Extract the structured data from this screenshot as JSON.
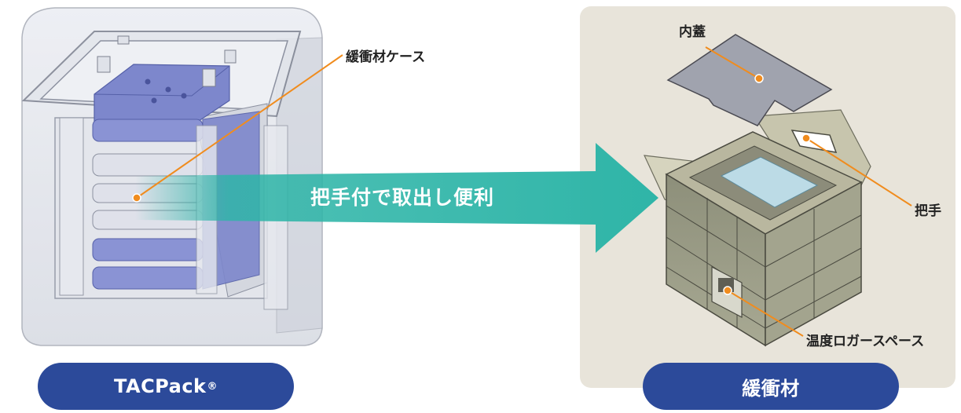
{
  "left_product": {
    "label": "TACPack",
    "mark": "®"
  },
  "right_product": {
    "label": "緩衝材"
  },
  "arrow": {
    "text": "把手付で取出し便利"
  },
  "callouts": {
    "cushion_case": "緩衝材ケース",
    "inner_lid": "内蓋",
    "handle": "把手",
    "logger_space": "温度ロガースペース"
  },
  "colors": {
    "pill": "#2c4a9a",
    "arrow": "#2fb5a8",
    "callout_line": "#f08c1e",
    "panel": "#e8e4da"
  }
}
